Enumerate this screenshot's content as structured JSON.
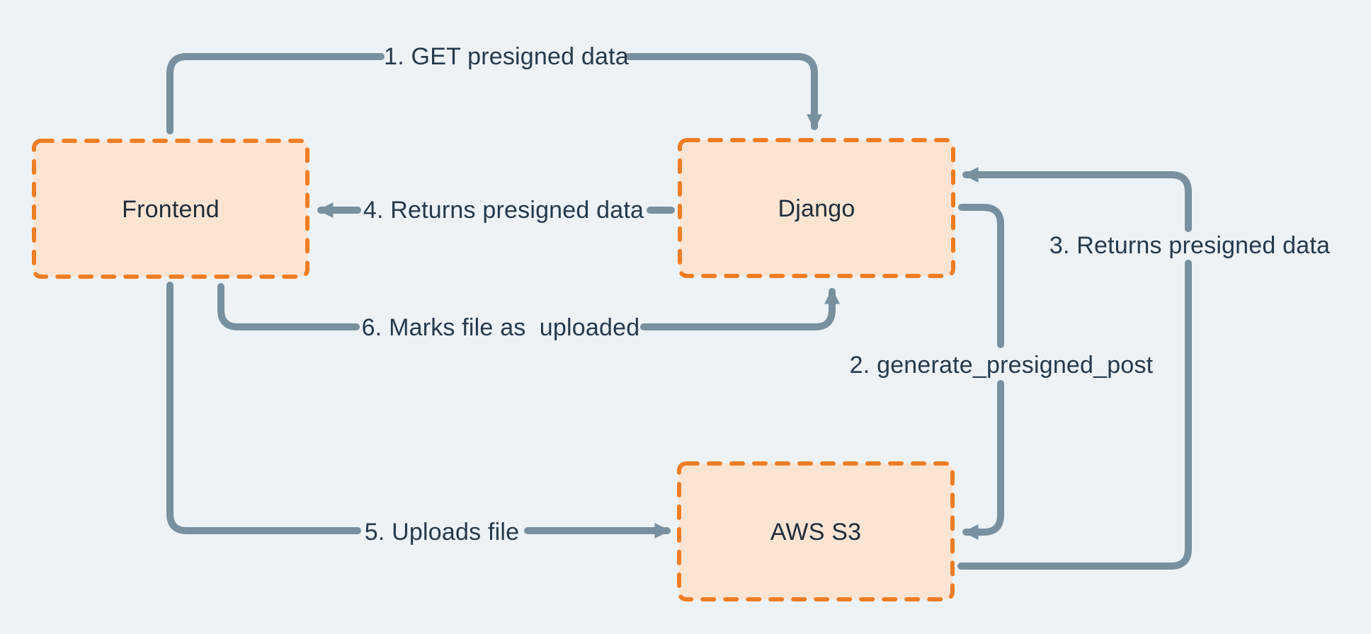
{
  "diagram": {
    "description": "Presigned S3 upload flow diagram",
    "colors": {
      "background": "#edf2f6",
      "node_fill": "#fce4d3",
      "node_border": "#ef7d23",
      "arrow": "#78909f",
      "text": "#26394a"
    },
    "nodes": [
      {
        "id": "frontend",
        "label": "Frontend"
      },
      {
        "id": "django",
        "label": "Django"
      },
      {
        "id": "aws-s3",
        "label": "AWS S3"
      }
    ],
    "edges": [
      {
        "id": "1",
        "from": "frontend",
        "to": "django",
        "label": "1. GET presigned data"
      },
      {
        "id": "2",
        "from": "django",
        "to": "aws-s3",
        "label": "2. generate_presigned_post"
      },
      {
        "id": "3",
        "from": "aws-s3",
        "to": "django",
        "label": "3. Returns presigned data"
      },
      {
        "id": "4",
        "from": "django",
        "to": "frontend",
        "label": "4. Returns presigned data"
      },
      {
        "id": "5",
        "from": "frontend",
        "to": "aws-s3",
        "label": "5. Uploads file"
      },
      {
        "id": "6",
        "from": "frontend",
        "to": "django",
        "label": "6. Marks file as  uploaded"
      }
    ]
  }
}
